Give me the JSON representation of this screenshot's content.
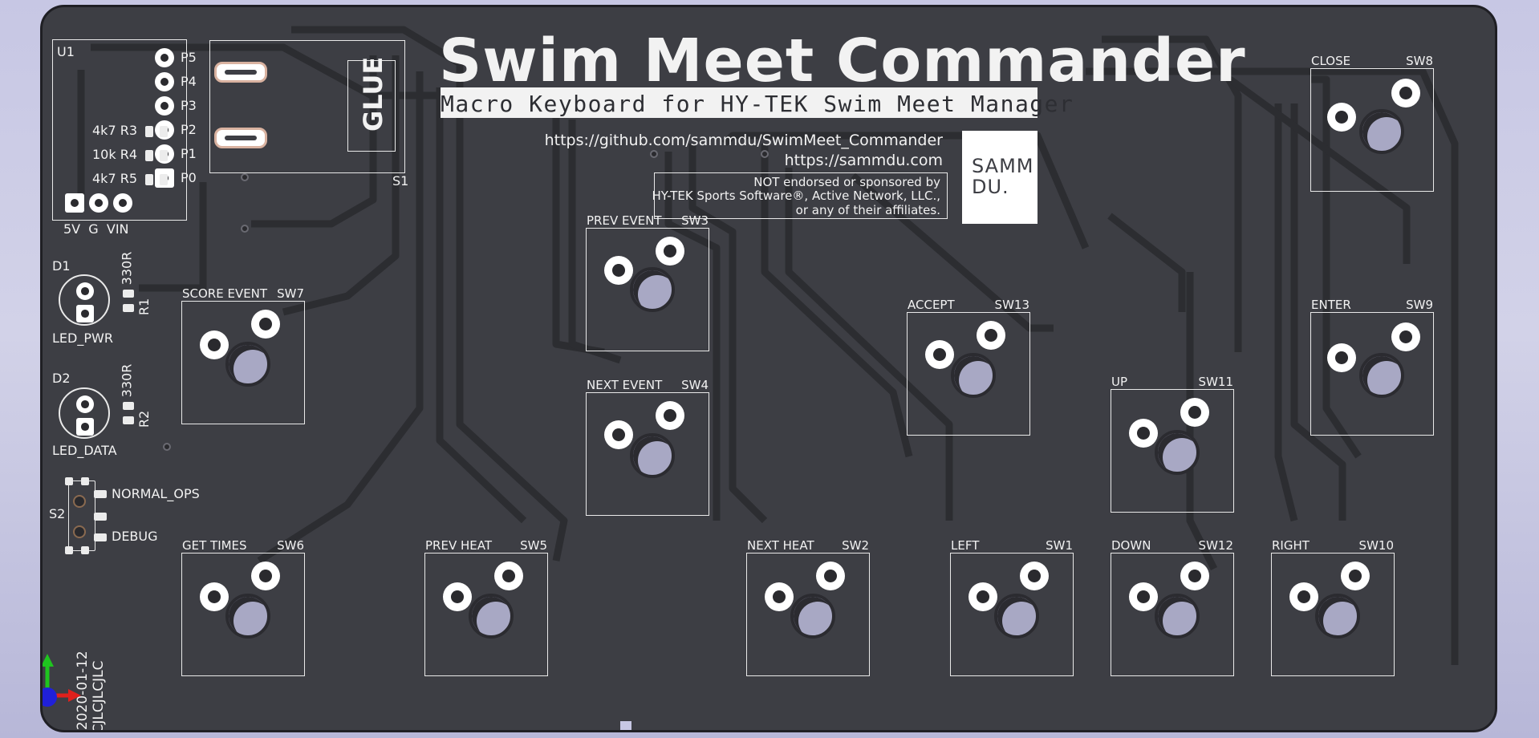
{
  "title": "Swim Meet Commander",
  "subtitle": "Macro Keyboard for HY-TEK Swim Meet Manager",
  "links": {
    "github": "https://github.com/sammdu/SwimMeet_Commander",
    "site": "https://sammdu.com"
  },
  "disclaimer": {
    "line1": "NOT endorsed or sponsored by",
    "line2": "HY-TEK Sports Software®, Active Network, LLC.,",
    "line3": "or any of their affiliates."
  },
  "logo": {
    "line1": "SAMM",
    "line2": "DU."
  },
  "glue_label": "GLUE",
  "s1_ref": "S1",
  "u1": {
    "ref": "U1",
    "pins": [
      "P5",
      "P4",
      "P3",
      "P2",
      "P1",
      "P0"
    ],
    "resistors": [
      "4k7 R3",
      "10k R4",
      "4k7 R5"
    ],
    "power_pins": "5V  G  VIN"
  },
  "leds": [
    {
      "ref": "D1",
      "name": "LED_PWR",
      "res_value": "330R",
      "res_ref": "R1"
    },
    {
      "ref": "D2",
      "name": "LED_DATA",
      "res_value": "330R",
      "res_ref": "R2"
    }
  ],
  "mode_switch": {
    "ref": "S2",
    "opt1": "NORMAL_OPS",
    "opt2": "DEBUG"
  },
  "revision": {
    "date": "2020-01-12",
    "rev_prefix": "R",
    "code": "JLCJLCJLCJLC"
  },
  "switches": {
    "sw1": {
      "label": "LEFT",
      "ref": "SW1"
    },
    "sw2": {
      "label": "NEXT HEAT",
      "ref": "SW2"
    },
    "sw3": {
      "label": "PREV EVENT",
      "ref": "SW3"
    },
    "sw4": {
      "label": "NEXT EVENT",
      "ref": "SW4"
    },
    "sw5": {
      "label": "PREV HEAT",
      "ref": "SW5"
    },
    "sw6": {
      "label": "GET TIMES",
      "ref": "SW6"
    },
    "sw7": {
      "label": "SCORE EVENT",
      "ref": "SW7"
    },
    "sw8": {
      "label": "CLOSE",
      "ref": "SW8"
    },
    "sw9": {
      "label": "ENTER",
      "ref": "SW9"
    },
    "sw10": {
      "label": "RIGHT",
      "ref": "SW10"
    },
    "sw11": {
      "label": "UP",
      "ref": "SW11"
    },
    "sw12": {
      "label": "DOWN",
      "ref": "SW12"
    },
    "sw13": {
      "label": "ACCEPT",
      "ref": "SW13"
    }
  },
  "colors": {
    "background": "#c7c7e4",
    "board": "#3d3e44",
    "trace": "#2c2d31",
    "silkscreen": "#f2f2f2",
    "drill": "#a8a8c4",
    "axis_x": "#e0201c",
    "axis_y": "#1fc41f",
    "axis_z": "#2020d8"
  }
}
